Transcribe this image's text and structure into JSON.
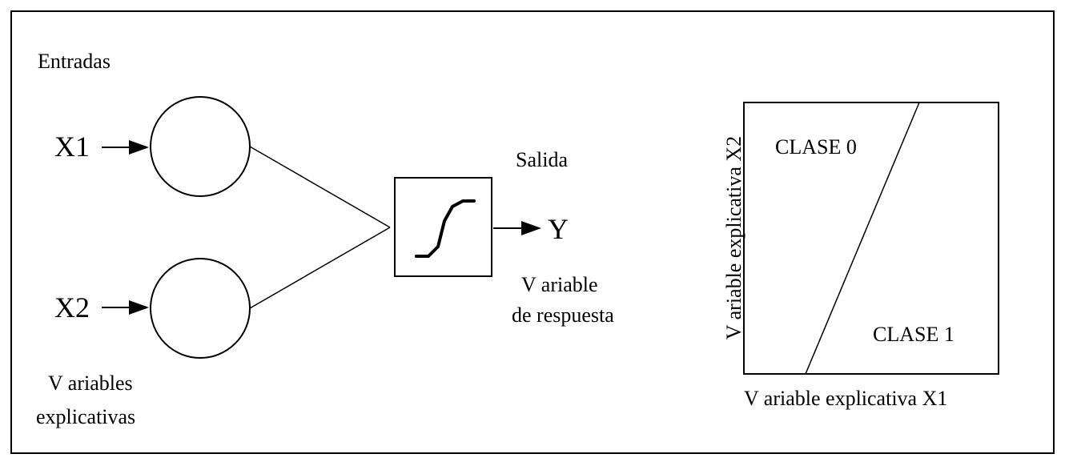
{
  "diagram": {
    "inputs_heading": "Entradas",
    "input_1": "X1",
    "input_2": "X2",
    "inputs_caption_line1": "V ariables",
    "inputs_caption_line2": "explicativas",
    "output_heading": "Salida",
    "output_label": "Y",
    "output_caption_line1": "V ariable",
    "output_caption_line2": "de respuesta"
  },
  "decision_plot": {
    "class_0_label": "CLASE 0",
    "class_1_label": "CLASE 1",
    "x_axis_label": "V ariable explicativa X1",
    "y_axis_label": "V ariable explicativa X2"
  },
  "colors": {
    "stroke": "#000000",
    "background": "#ffffff"
  }
}
